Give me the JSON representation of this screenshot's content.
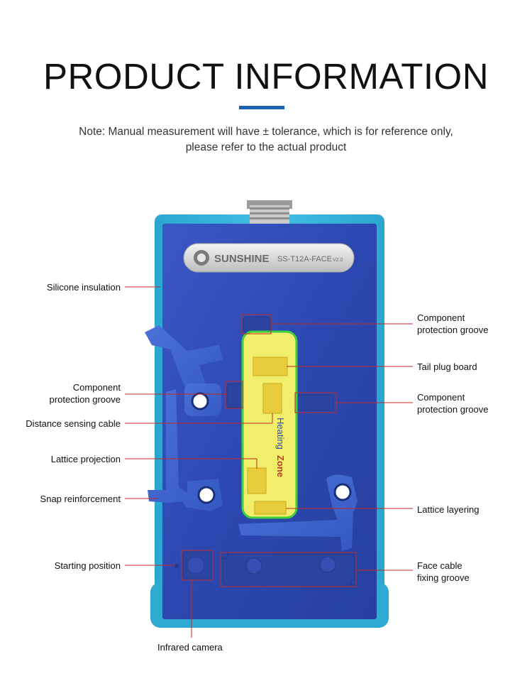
{
  "header": {
    "title": "PRODUCT INFORMATION",
    "note_line1": "Note: Manual measurement will have ± tolerance, which is for reference only,",
    "note_line2": "please refer to the actual product"
  },
  "device": {
    "brand": "SUNSHINE",
    "model": "SS-T12A-FACE",
    "version": "V2.0",
    "heating_word1": "Heating",
    "heating_word2": "Zone"
  },
  "labels": {
    "silicone_insulation": "Silicone insulation",
    "component_groove_left_1": "Component",
    "component_groove_left_2": "protection groove",
    "distance_sensing_cable": "Distance sensing cable",
    "lattice_projection": "Lattice projection",
    "snap_reinforcement": "Snap reinforcement",
    "starting_position": "Starting position",
    "infrared_camera": "Infrared camera",
    "component_groove_top_1": "Component",
    "component_groove_top_2": "protection groove",
    "tail_plug_board": "Tail plug board",
    "component_groove_right_1": "Component",
    "component_groove_right_2": "protection groove",
    "lattice_layering": "Lattice layering",
    "face_cable_1": "Face cable",
    "face_cable_2": "fixing groove"
  },
  "colors": {
    "accent": "#1d5fb0",
    "plate_blue": "#2f4fb8",
    "frame_teal": "#36b3d8",
    "heating_yellow": "#f0ee6a",
    "heating_green": "#3fcf3f",
    "callout_red": "#c62828"
  }
}
